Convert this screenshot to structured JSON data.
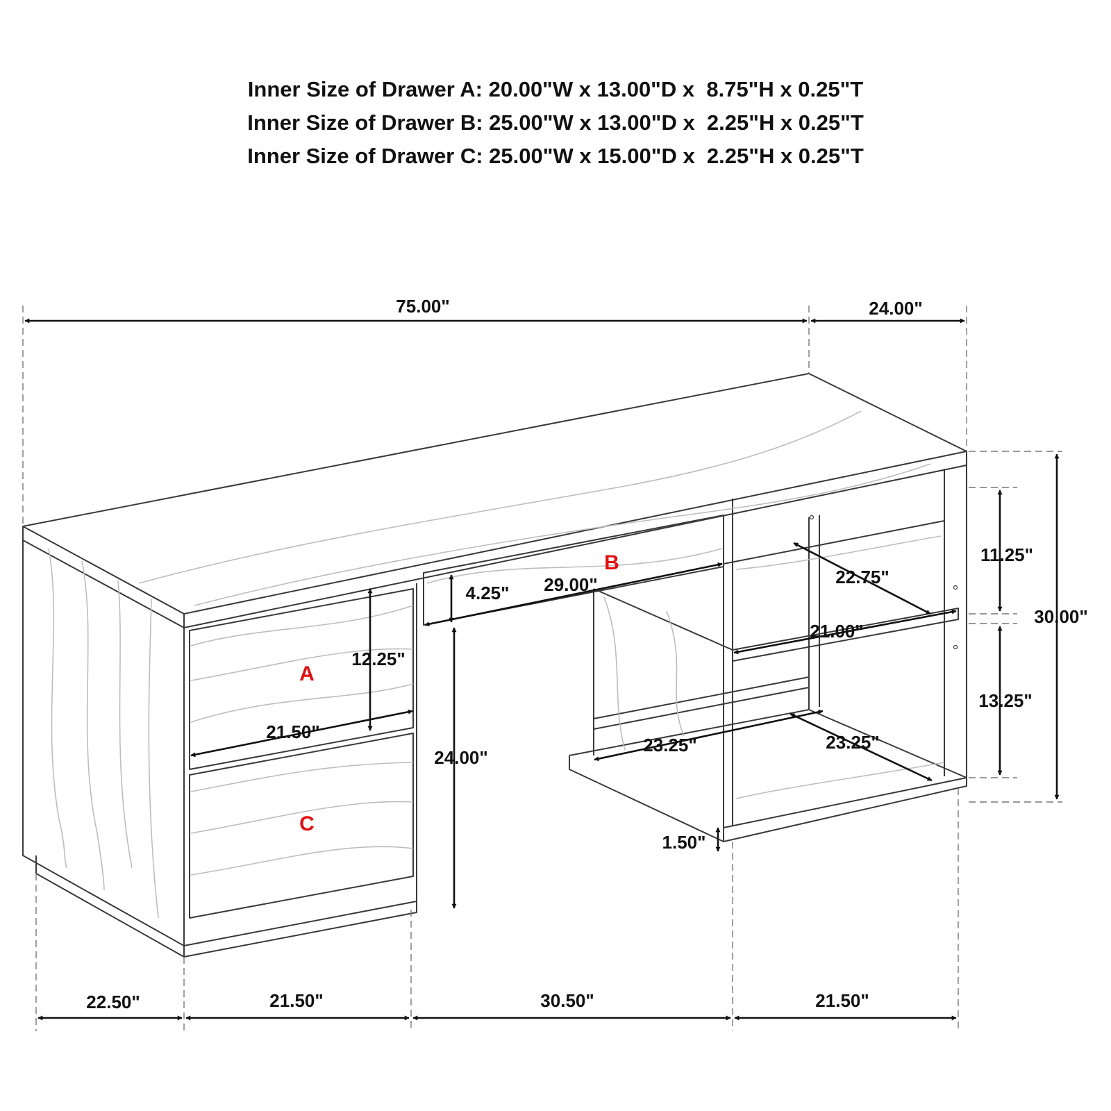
{
  "specs": [
    "Inner Size of Drawer A: 20.00\"W x 13.00\"D x  8.75\"H x 0.25\"T",
    "Inner Size of Drawer B: 25.00\"W x 13.00\"D x  2.25\"H x 0.25\"T",
    "Inner Size of Drawer C: 25.00\"W x 15.00\"D x  2.25\"H x 0.25\"T"
  ],
  "drawer_labels": {
    "a": "A",
    "b": "B",
    "c": "C"
  },
  "dimensions": {
    "overall_width": "75.00\"",
    "overall_depth": "24.00\"",
    "overall_height": "30.00\"",
    "upper_shelf_height": "11.25\"",
    "lower_shelf_height": "13.25\"",
    "drawer_a_height": "12.25\"",
    "drawer_a_width": "21.50\"",
    "drawer_b_height": "4.25\"",
    "drawer_b_width": "29.00\"",
    "knee_height": "24.00\"",
    "upper_shelf_depth": "22.75\"",
    "middle_shelf_width": "21.00\"",
    "bottom_width": "23.25\"",
    "bottom_depth": "23.25\"",
    "plinth_height": "1.50\"",
    "bottom_side_depth": "22.50\"",
    "bottom_pedestal_width": "21.50\"",
    "bottom_knee_width": "30.50\"",
    "bottom_shelf_unit_width": "21.50\""
  },
  "colors": {
    "line": "#3a3a3a",
    "grain": "#bdbdbd",
    "text": "#111111",
    "label": "#e01010"
  }
}
